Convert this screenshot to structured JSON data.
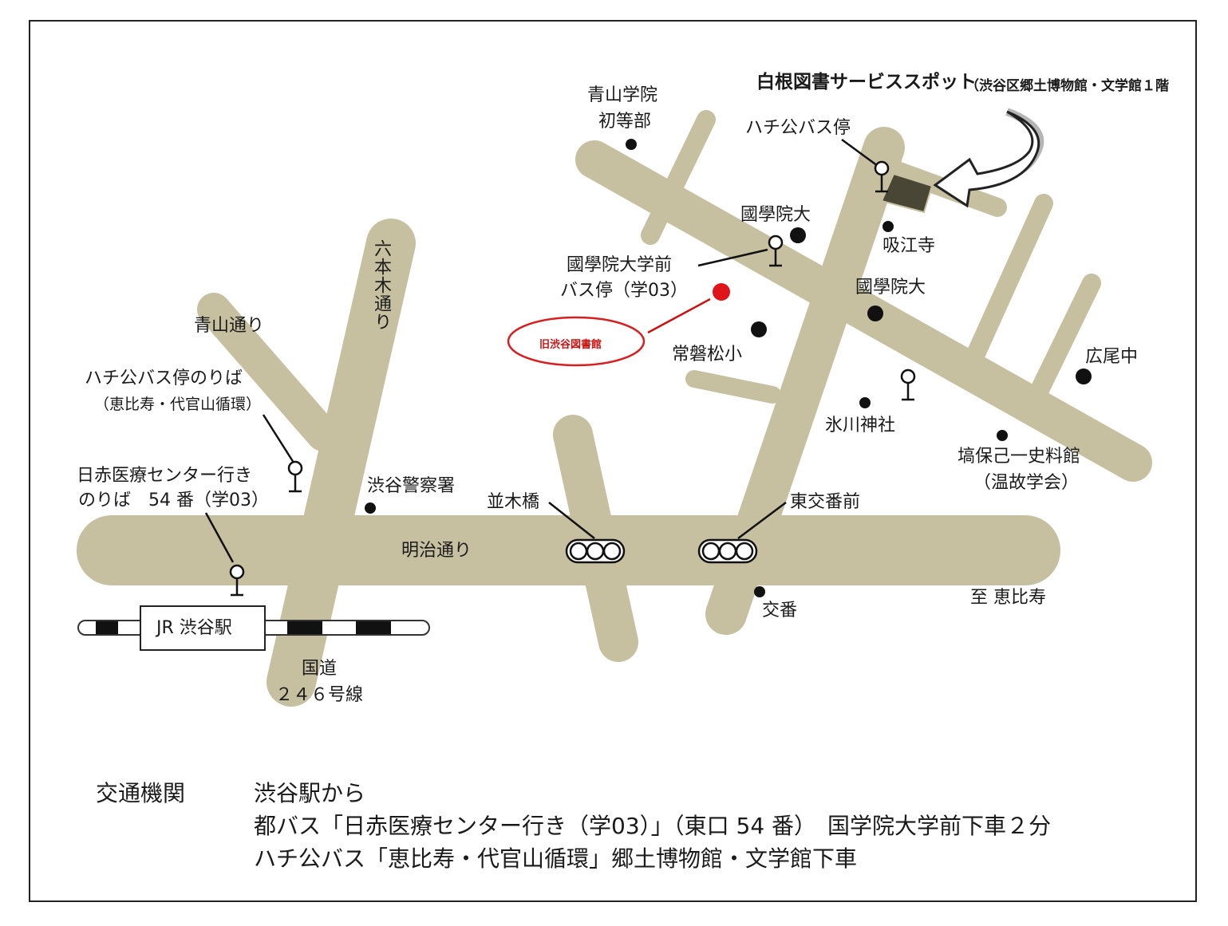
{
  "title": "白根図書サービススポット",
  "title_note": "（渋谷区郷土博物館・文学館１階",
  "colors": {
    "road": "#c6bfa0",
    "building": "#4a4636",
    "red_dot": "#e0141b",
    "oval": "#d81e1e"
  },
  "roads": {
    "aoyama": "青山通り",
    "roppongi": "六本木通り",
    "meiji": "明治通り",
    "route246_a": "国道",
    "route246_b": "２４６号線",
    "to_ebisu": "至 恵比寿"
  },
  "places": {
    "aoyama_gakuin_1": "青山学院",
    "aoyama_gakuin_2": "初等部",
    "kokugakuin_a": "國學院大",
    "kokugakuin_b": "國學院大",
    "kyukoji": "吸江寺",
    "tokiwamatsu": "常磐松小",
    "hikawa": "氷川神社",
    "hiroo": "広尾中",
    "hanawa_1": "塙保己一史料館",
    "hanawa_2": "（温故学会）",
    "police": "渋谷警察署",
    "koban": "交番",
    "old_library": "旧渋谷図書館",
    "station": "JR 渋谷駅"
  },
  "stops": {
    "hachiko_top": "ハチ公バス停",
    "kokugakuin_stop_1": "國學院大学前",
    "kokugakuin_stop_2": "バス停（学03）",
    "hachiko_board_1": "ハチ公バス停のりば",
    "hachiko_board_2": "（恵比寿・代官山循環）",
    "nisseki_1": "日赤医療センター行き",
    "nisseki_2": "のりば　54 番（学03）"
  },
  "signals": {
    "namiki": "並木橋",
    "higashi": "東交番前"
  },
  "access": {
    "heading": "交通機関",
    "line1": "渋谷駅から",
    "line2": "都バス「日赤医療センター行き（学03）」（東口 54 番）　国学院大学前下車２分",
    "line3": "ハチ公バス「恵比寿・代官山循環」郷土博物館・文学館下車"
  }
}
